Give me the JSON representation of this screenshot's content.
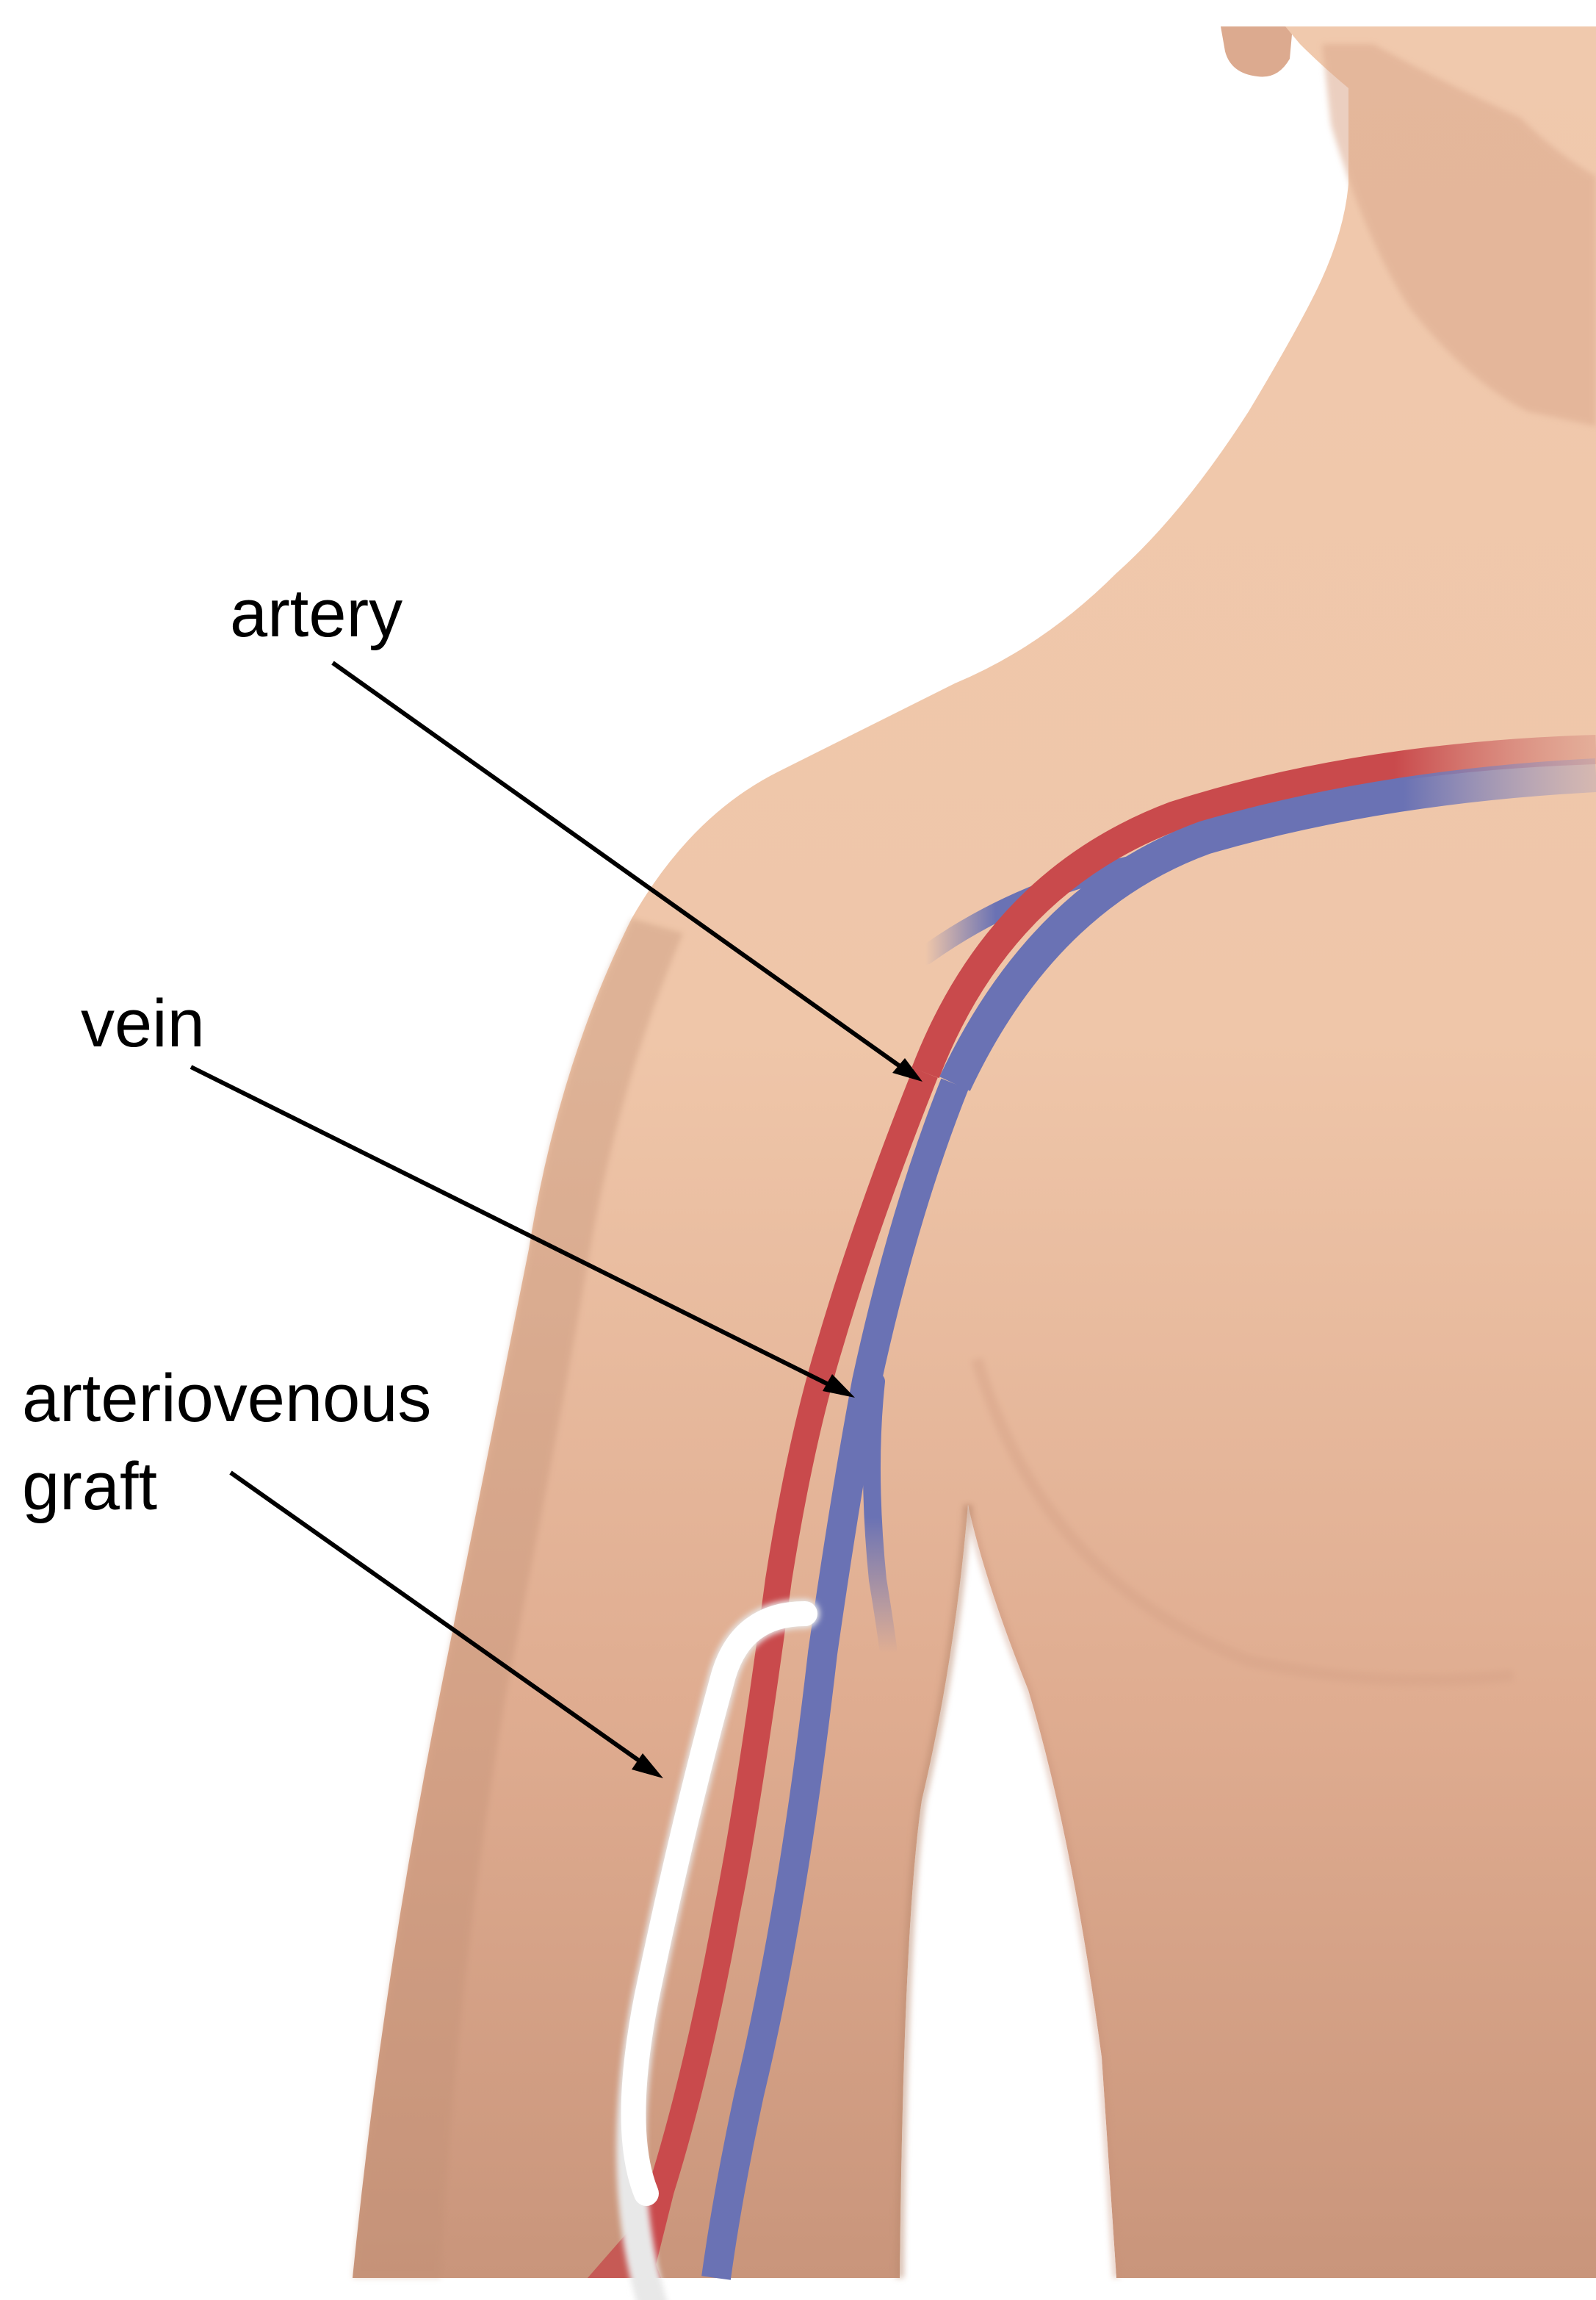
{
  "figure": {
    "subject": "Upper arm and shoulder with arteriovenous graft",
    "colors": {
      "skin_light": "#f2cdb0",
      "skin_mid": "#e6b598",
      "skin_dark": "#c8937a",
      "artery": "#c94a4c",
      "vein": "#6a72b4",
      "graft": "#ffffff",
      "leader": "#000000"
    }
  },
  "labels": {
    "artery": "artery",
    "vein": "vein",
    "graft_line1": "arteriovenous",
    "graft_line2": "graft"
  }
}
